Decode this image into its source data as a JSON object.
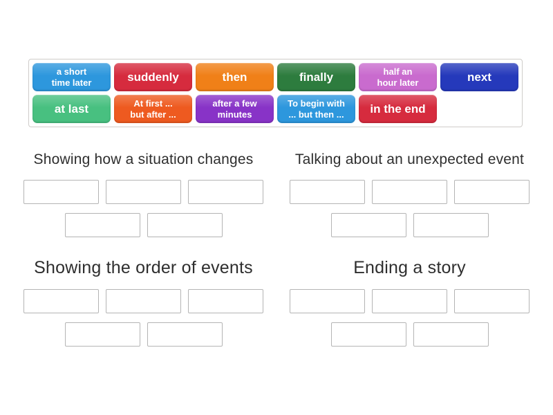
{
  "tray": {
    "tiles": [
      {
        "label": "a short\ntime later",
        "color": "#2d97dd"
      },
      {
        "label": "suddenly",
        "color": "#d62b3e"
      },
      {
        "label": "then",
        "color": "#f08018"
      },
      {
        "label": "finally",
        "color": "#2d7c3e"
      },
      {
        "label": "half an\nhour later",
        "color": "#c96bce"
      },
      {
        "label": "next",
        "color": "#2539bb"
      },
      {
        "label": "at last",
        "color": "#48c080"
      },
      {
        "label": "At first ...\nbut after ...",
        "color": "#ee5a20"
      },
      {
        "label": "after a few\nminutes",
        "color": "#8833c7"
      },
      {
        "label": "To begin with\n... but then ...",
        "color": "#2d97dd"
      },
      {
        "label": "in the end",
        "color": "#d62b3e"
      }
    ]
  },
  "groups": [
    {
      "title": "Showing how a situation changes",
      "slots": 5
    },
    {
      "title": "Talking about an unexpected event",
      "slots": 5
    },
    {
      "title": "Showing the order of events",
      "slots": 5
    },
    {
      "title": "Ending a story",
      "slots": 5
    }
  ]
}
